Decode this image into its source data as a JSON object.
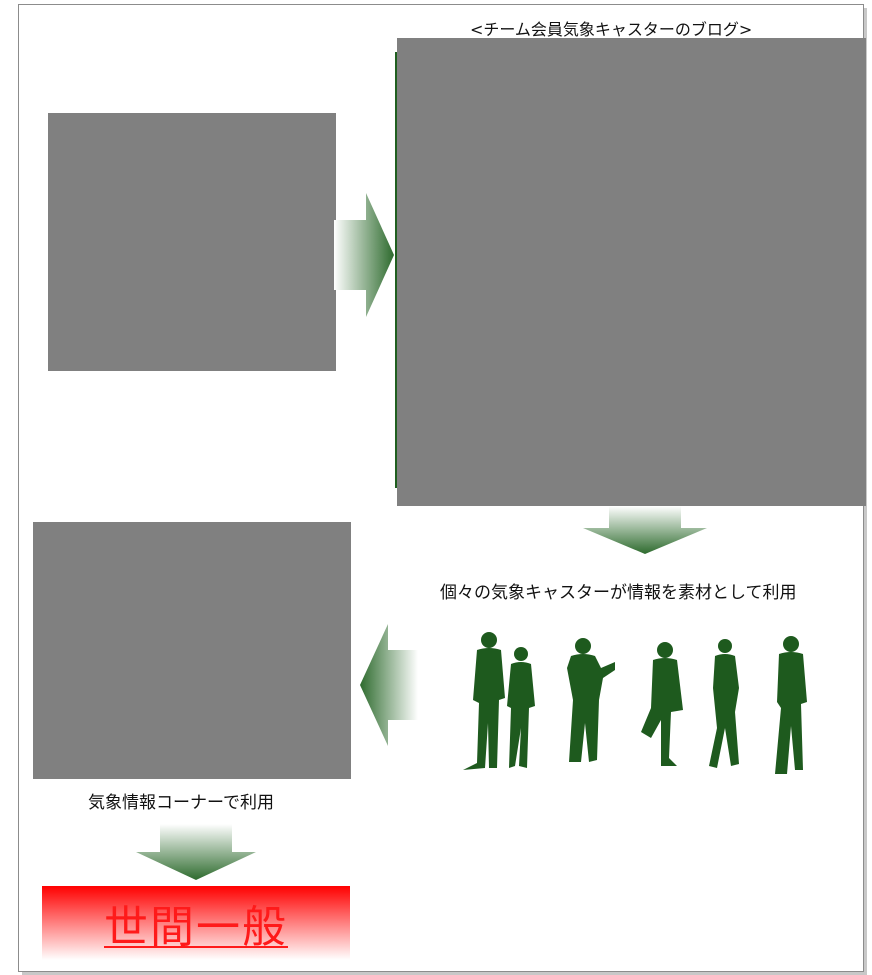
{
  "diagram": {
    "blog_caption": "<チーム会員気象キャスターのブログ>",
    "caster_caption": "個々の気象キャスターが情報を素材として利用",
    "corner_caption": "気象情報コーナーで利用",
    "public_label": "世間一般",
    "colors": {
      "placeholder": "#808080",
      "arrow_green": "#2e6b2e",
      "people_green": "#1e5a1e",
      "public_red": "#ff0000",
      "public_text": "#ff1a1a"
    },
    "icons": [
      "arrow-right-icon",
      "arrow-down-icon",
      "arrow-left-icon",
      "people-silhouettes-icon"
    ]
  }
}
